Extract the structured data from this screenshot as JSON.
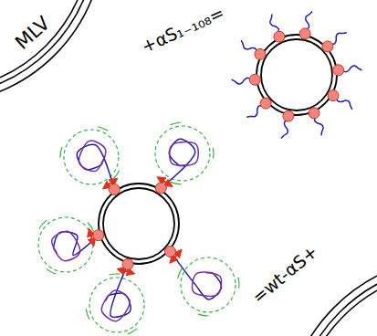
{
  "diagram": {
    "labels": [
      "MLV",
      "+αS₁₋₁₀₈=",
      "=wt-αS+"
    ]
  }
}
